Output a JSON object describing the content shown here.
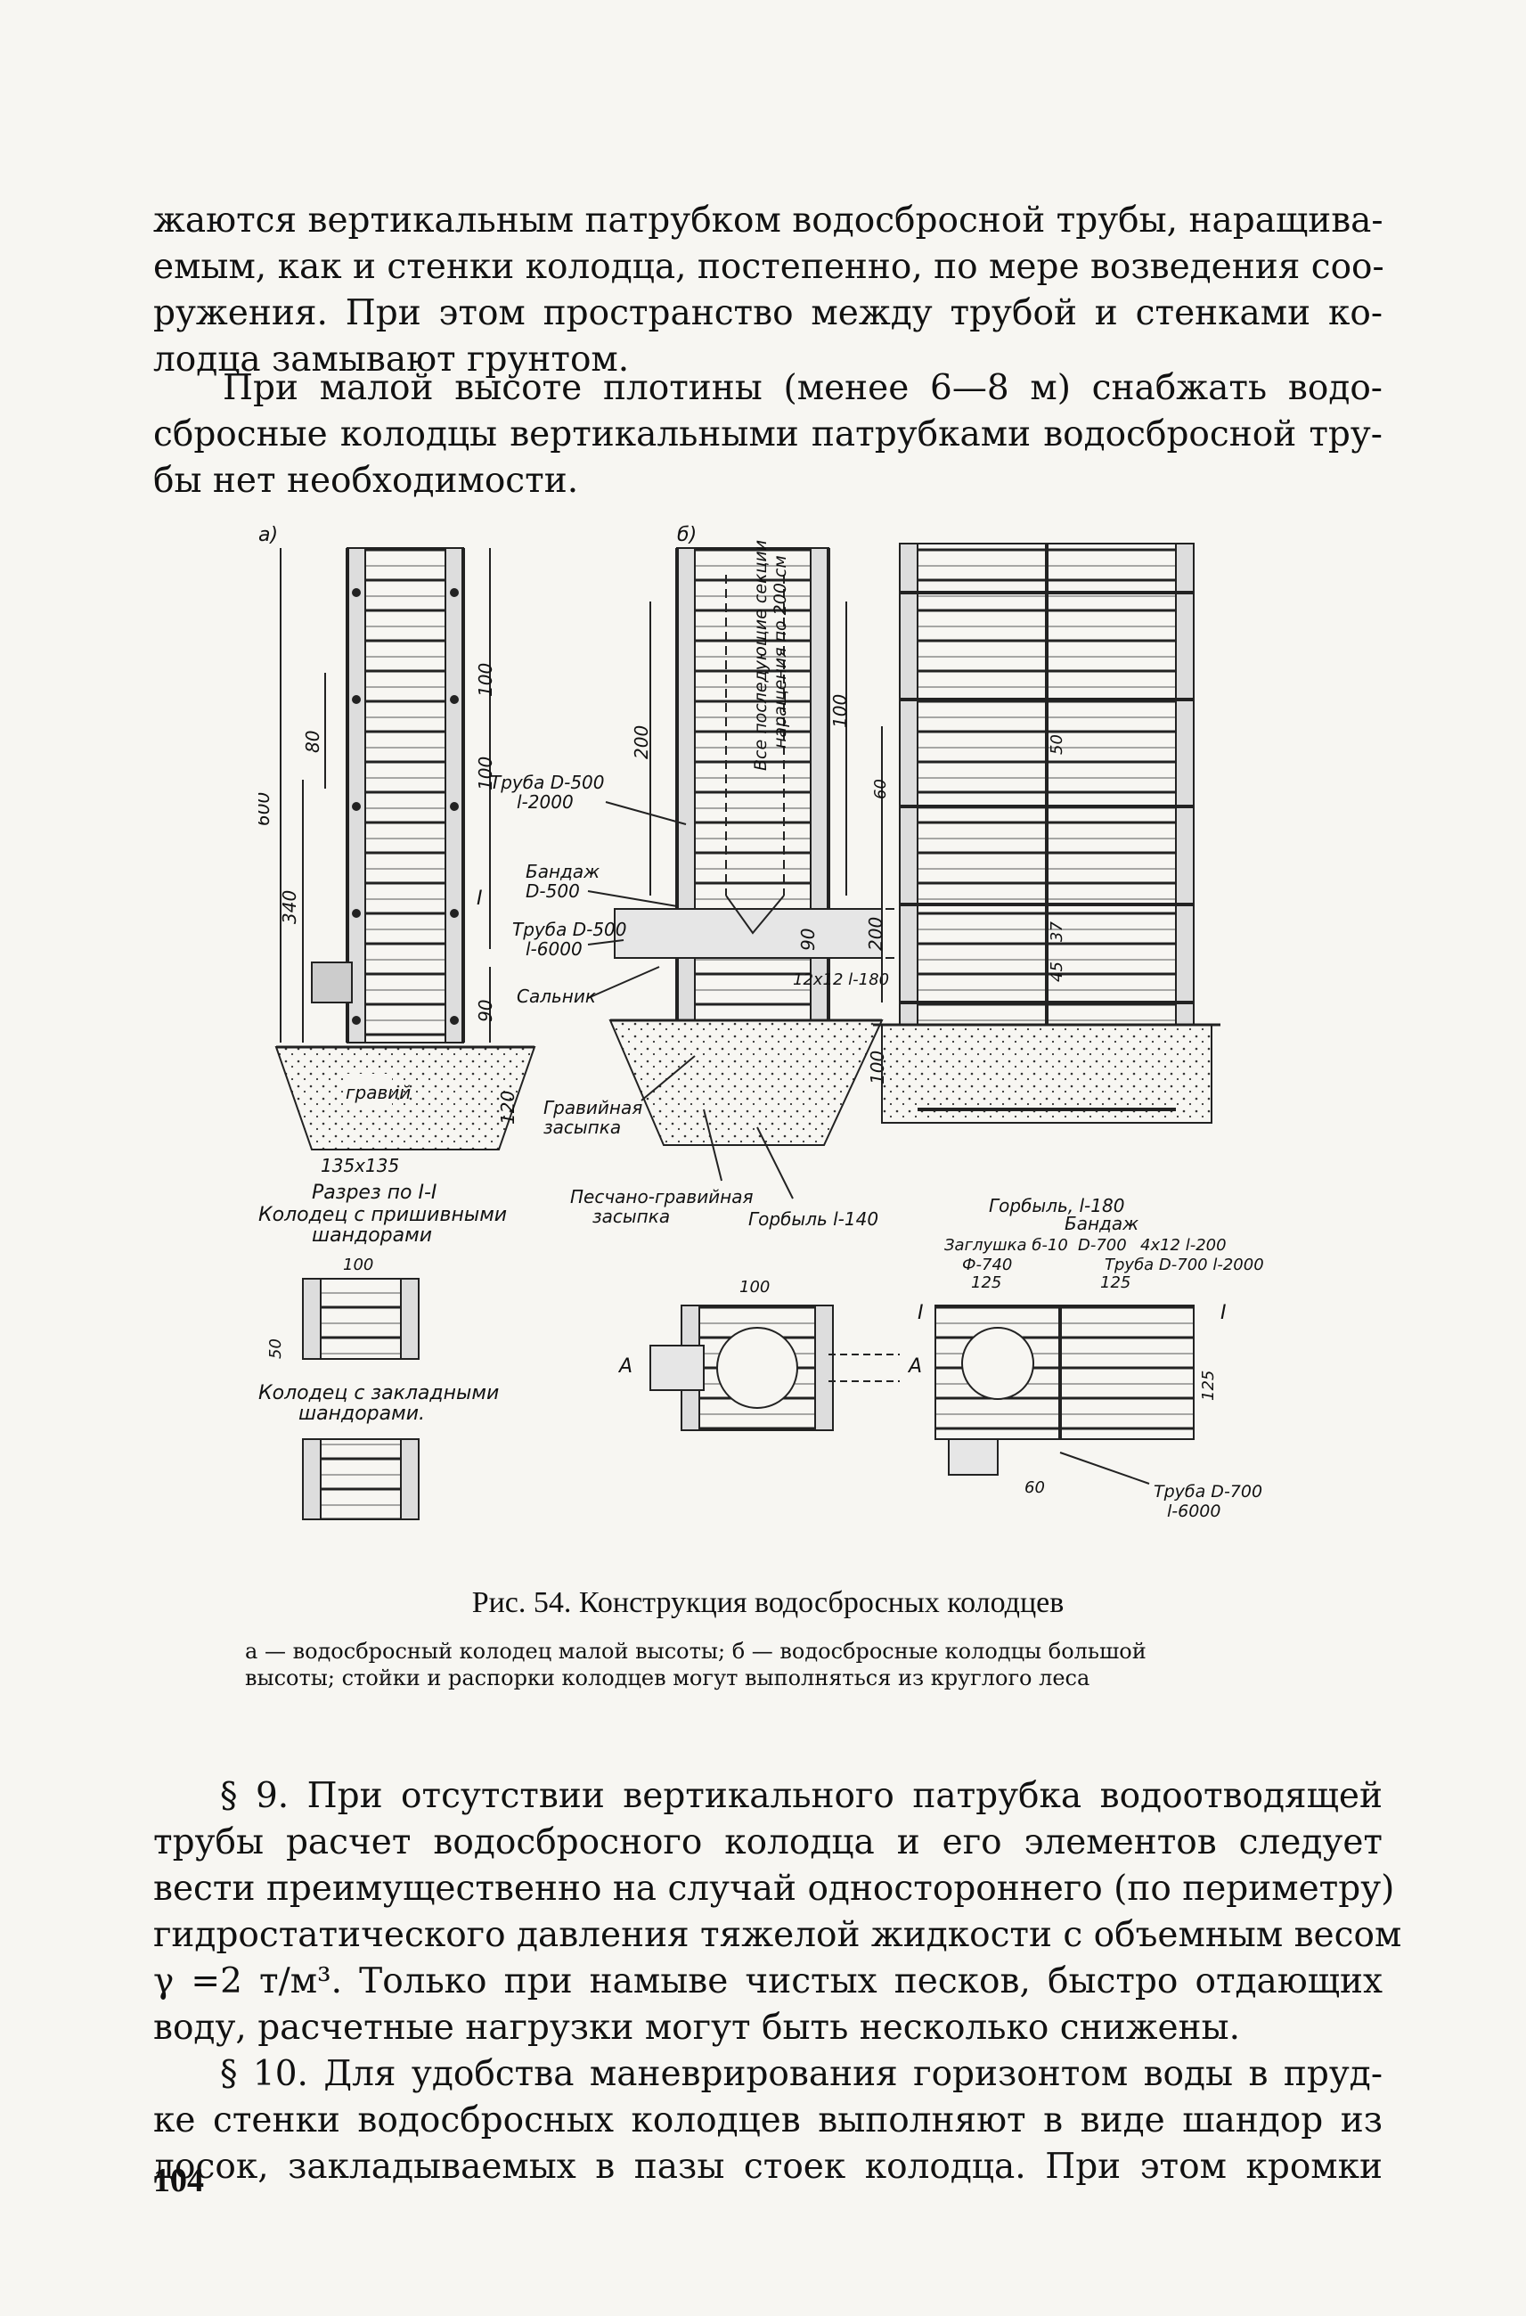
{
  "page": {
    "paragraphs_top": [
      {
        "lines": [
          "жаются вертикальным патрубком водосбросной трубы, наращива-",
          "емым, как и стенки колодца, постепенно, по мере возведения соо-",
          "ружения. При этом пространство между трубой и стенками ко-",
          "лодца замывают грунтом."
        ]
      },
      {
        "lines": [
          "При малой высоте плотины (менее 6—8 м) снабжать водо-",
          "сбросные колодцы вертикальными патрубками водосбросной тру-",
          "бы нет необходимости."
        ]
      }
    ],
    "figure": {
      "panel_a": "а)",
      "panel_b": "б)",
      "labels": {
        "dim_600": "600",
        "dim_340": "340",
        "dim_80": "80",
        "dim_100": "100",
        "dim_90": "90",
        "dim_200": "200",
        "dim_120": "120",
        "dim_135": "135x135",
        "section_mark": "I",
        "gravel": "гравий",
        "section_caption": "Разрез по I-I",
        "well_nailed_1": "Колодец с пришивными",
        "well_nailed_2": "шандорами",
        "well_laid_1": "Колодец с закладными",
        "well_laid_2": "шандорами.",
        "pipe_500_1": "Труба D-500",
        "pipe_500_2": "l-2000",
        "bandage_1": "Бандаж",
        "bandage_2": "D-500",
        "pipe_500b_1": "Труба D-500",
        "pipe_500b_2": "l-6000",
        "gland": "Сальник",
        "gravel_fill_1": "Гравийная",
        "gravel_fill_2": "засыпка",
        "sand_gravel_1": "Песчано-гравийная",
        "sand_gravel_2": "засыпка",
        "slab_140": "Горбыль l-140",
        "slab_180": "Горбыль, l-180",
        "bandage_b": "Бандаж",
        "plug_1": "Заглушка б-10",
        "plug_2": "Ф-740",
        "d700": "D-700",
        "pipe_700_1": "Труба D-700 l-2000",
        "dim_4x12": "4x12 l-200",
        "dim_12x12": "12x12 l-180",
        "dim_125": "125",
        "dim_60": "60",
        "dim_50": "50",
        "dim_45": "45",
        "dim_37": "37",
        "pipe_700b_1": "Труба D-700",
        "pipe_700b_2": "l-6000",
        "vertical_note_1": "Все последующие секции",
        "vertical_note_2": "наращения по 200 см",
        "mark_A": "А",
        "mark_I": "I"
      }
    },
    "caption": "Рис. 54. Конструкция водосбросных колодцев",
    "caption_note": [
      "а — водосбросный колодец малой высоты; б — водосбросные колодцы большой",
      "высоты; стойки и распорки колодцев могут выполняться из круглого леса"
    ],
    "paragraphs_bottom": [
      {
        "lines": [
          "§ 9. При отсутствии вертикального патрубка водоотводящей",
          "трубы расчет водосбросного колодца и его элементов следует",
          "вести преимущественно на случай одностороннего (по периметру)",
          "гидростатического давления тяжелой жидкости с объемным весом",
          "γ =2 т/м³. Только при намыве чистых песков, быстро отдающих",
          "воду, расчетные нагрузки могут быть несколько снижены."
        ]
      },
      {
        "lines": [
          "§ 10. Для удобства маневрирования горизонтом воды в пруд-",
          "ке стенки водосбросных колодцев выполняют в виде шандор из",
          "досок, закладываемых в пазы стоек колодца. При этом кромки"
        ]
      }
    ],
    "page_number": "104"
  }
}
